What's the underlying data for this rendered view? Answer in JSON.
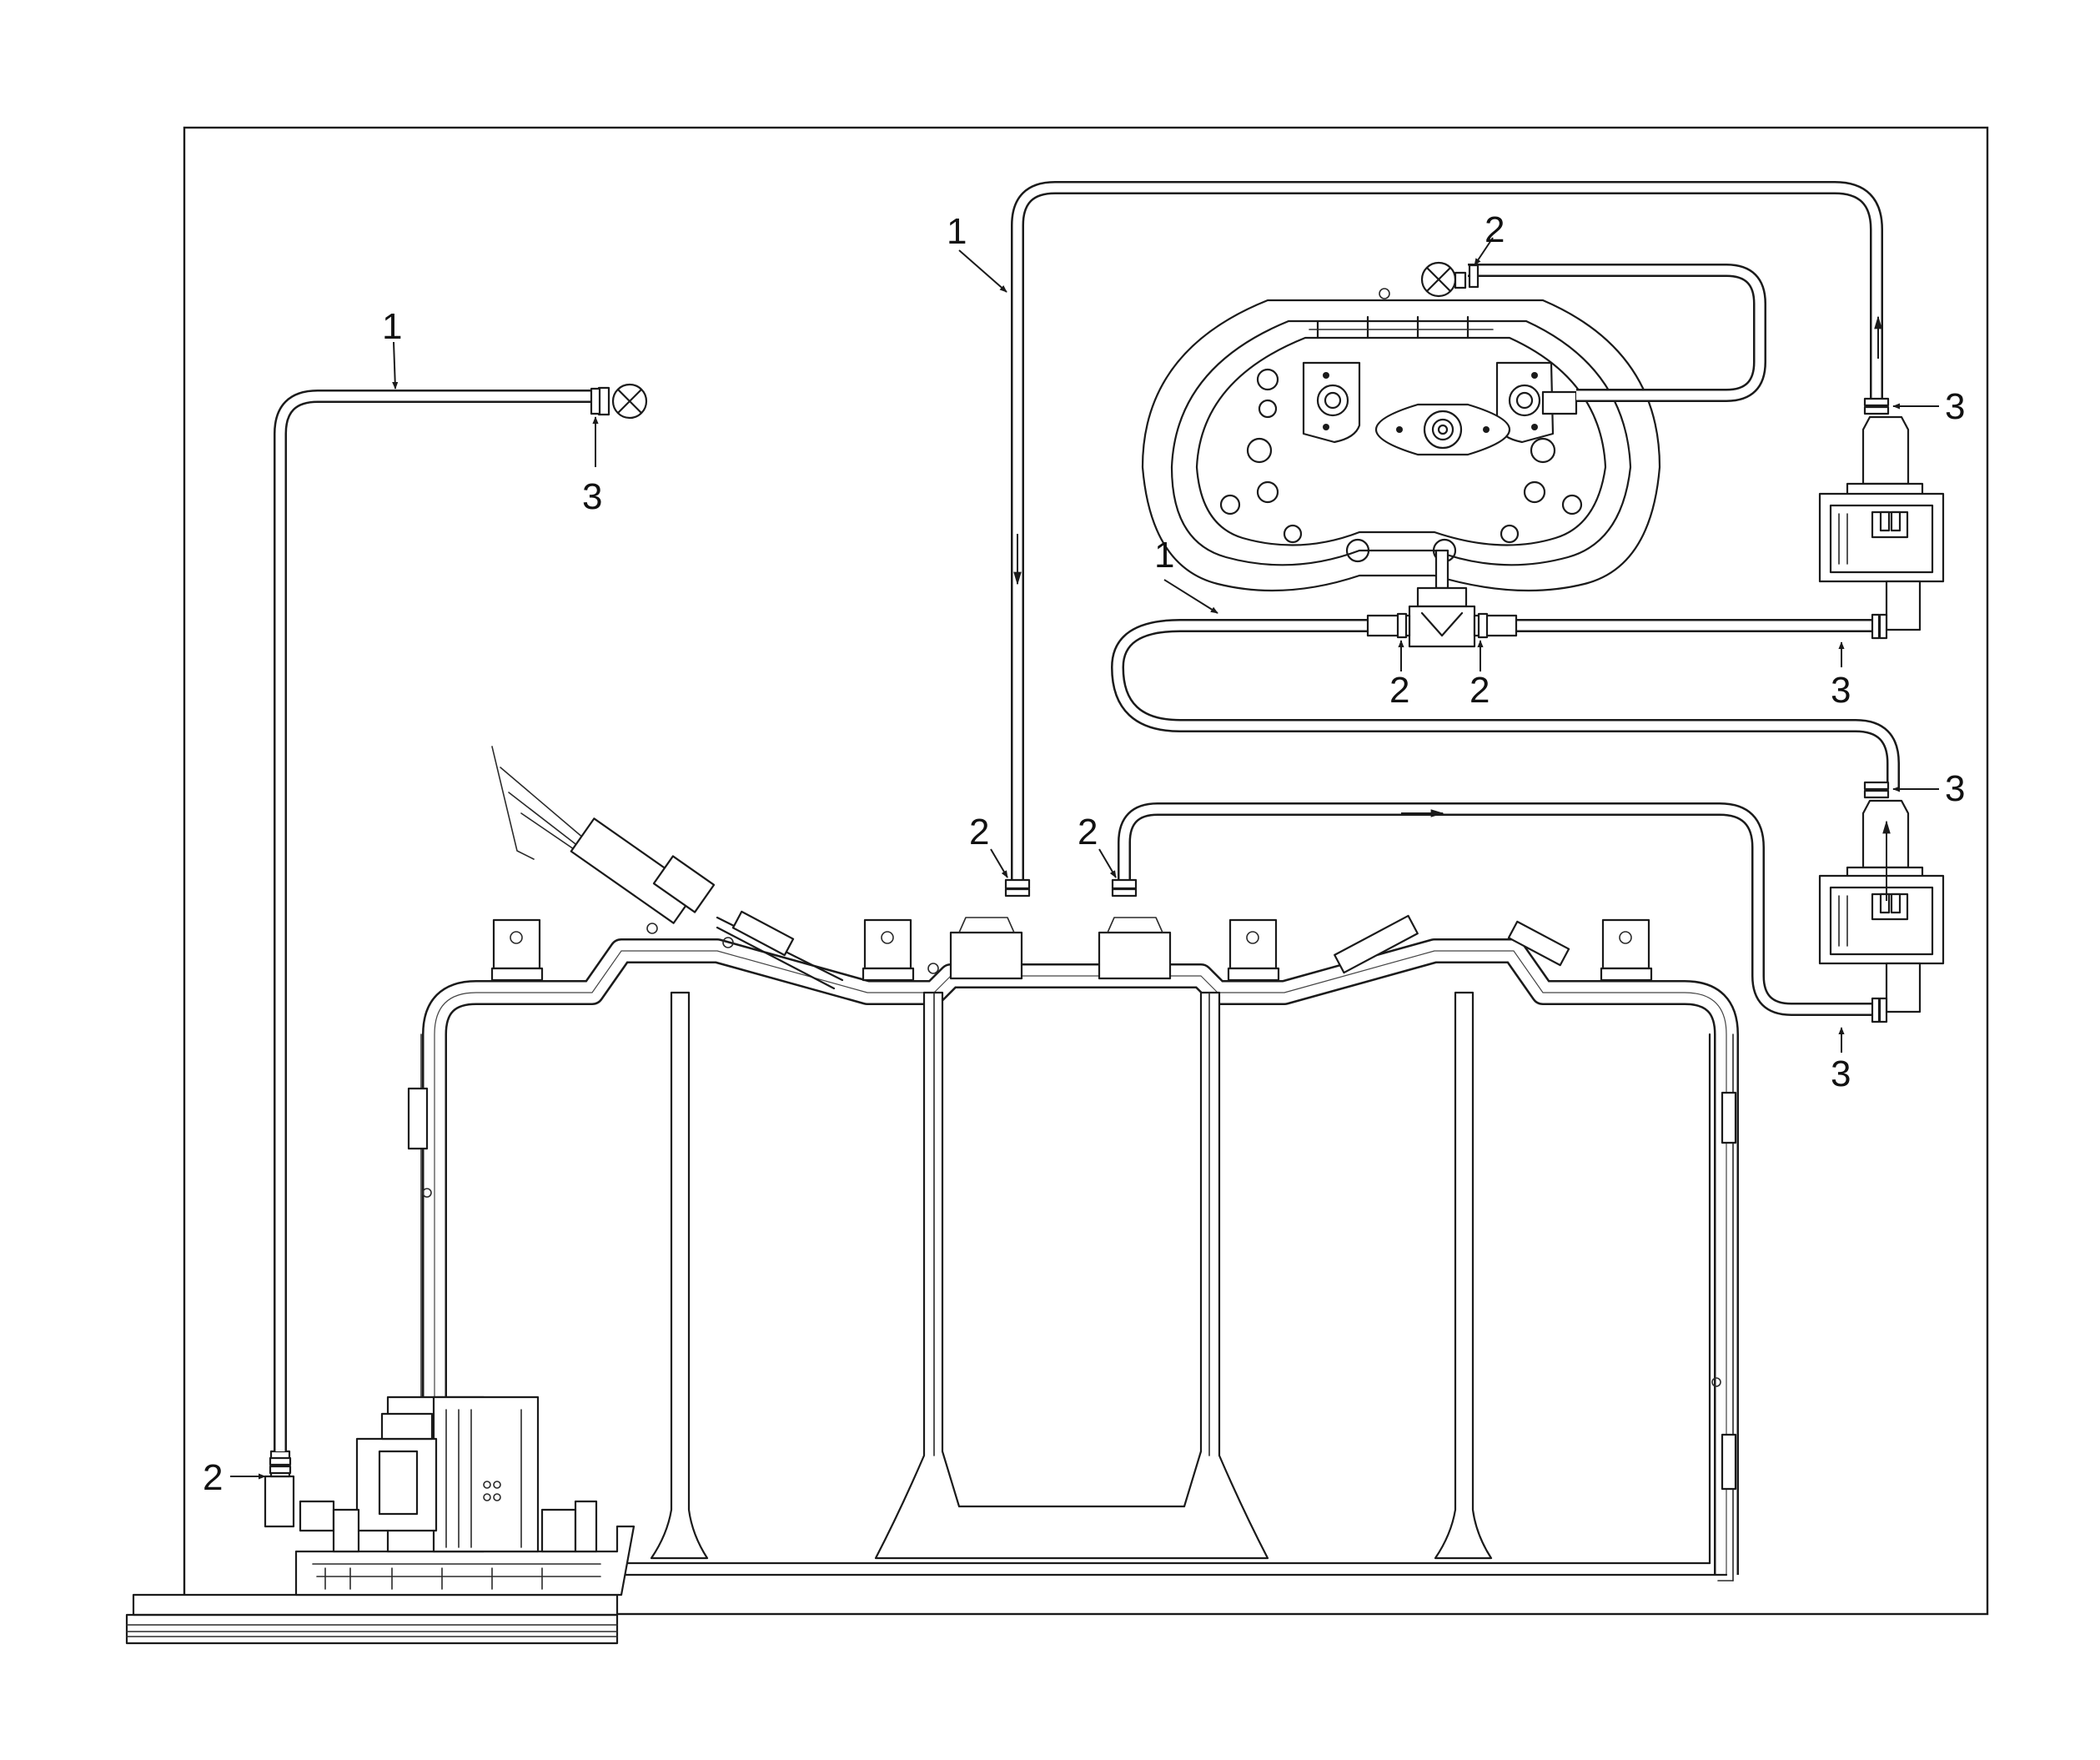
{
  "callouts": {
    "c1_left": "1",
    "c1_top": "1",
    "c1_mid": "1",
    "c2_heater": "2",
    "c2_tee_left": "2",
    "c2_tee_right": "2",
    "c2_tank_left": "2",
    "c2_tank_right": "2",
    "c2_bottom": "2",
    "c3_left": "3",
    "c3_pump1_top": "3",
    "c3_pump1_bottom": "3",
    "c3_pump2_top": "3",
    "c3_pump2_bottom": "3"
  },
  "colors": {
    "line": "#1a1a1a",
    "background": "#ffffff"
  }
}
